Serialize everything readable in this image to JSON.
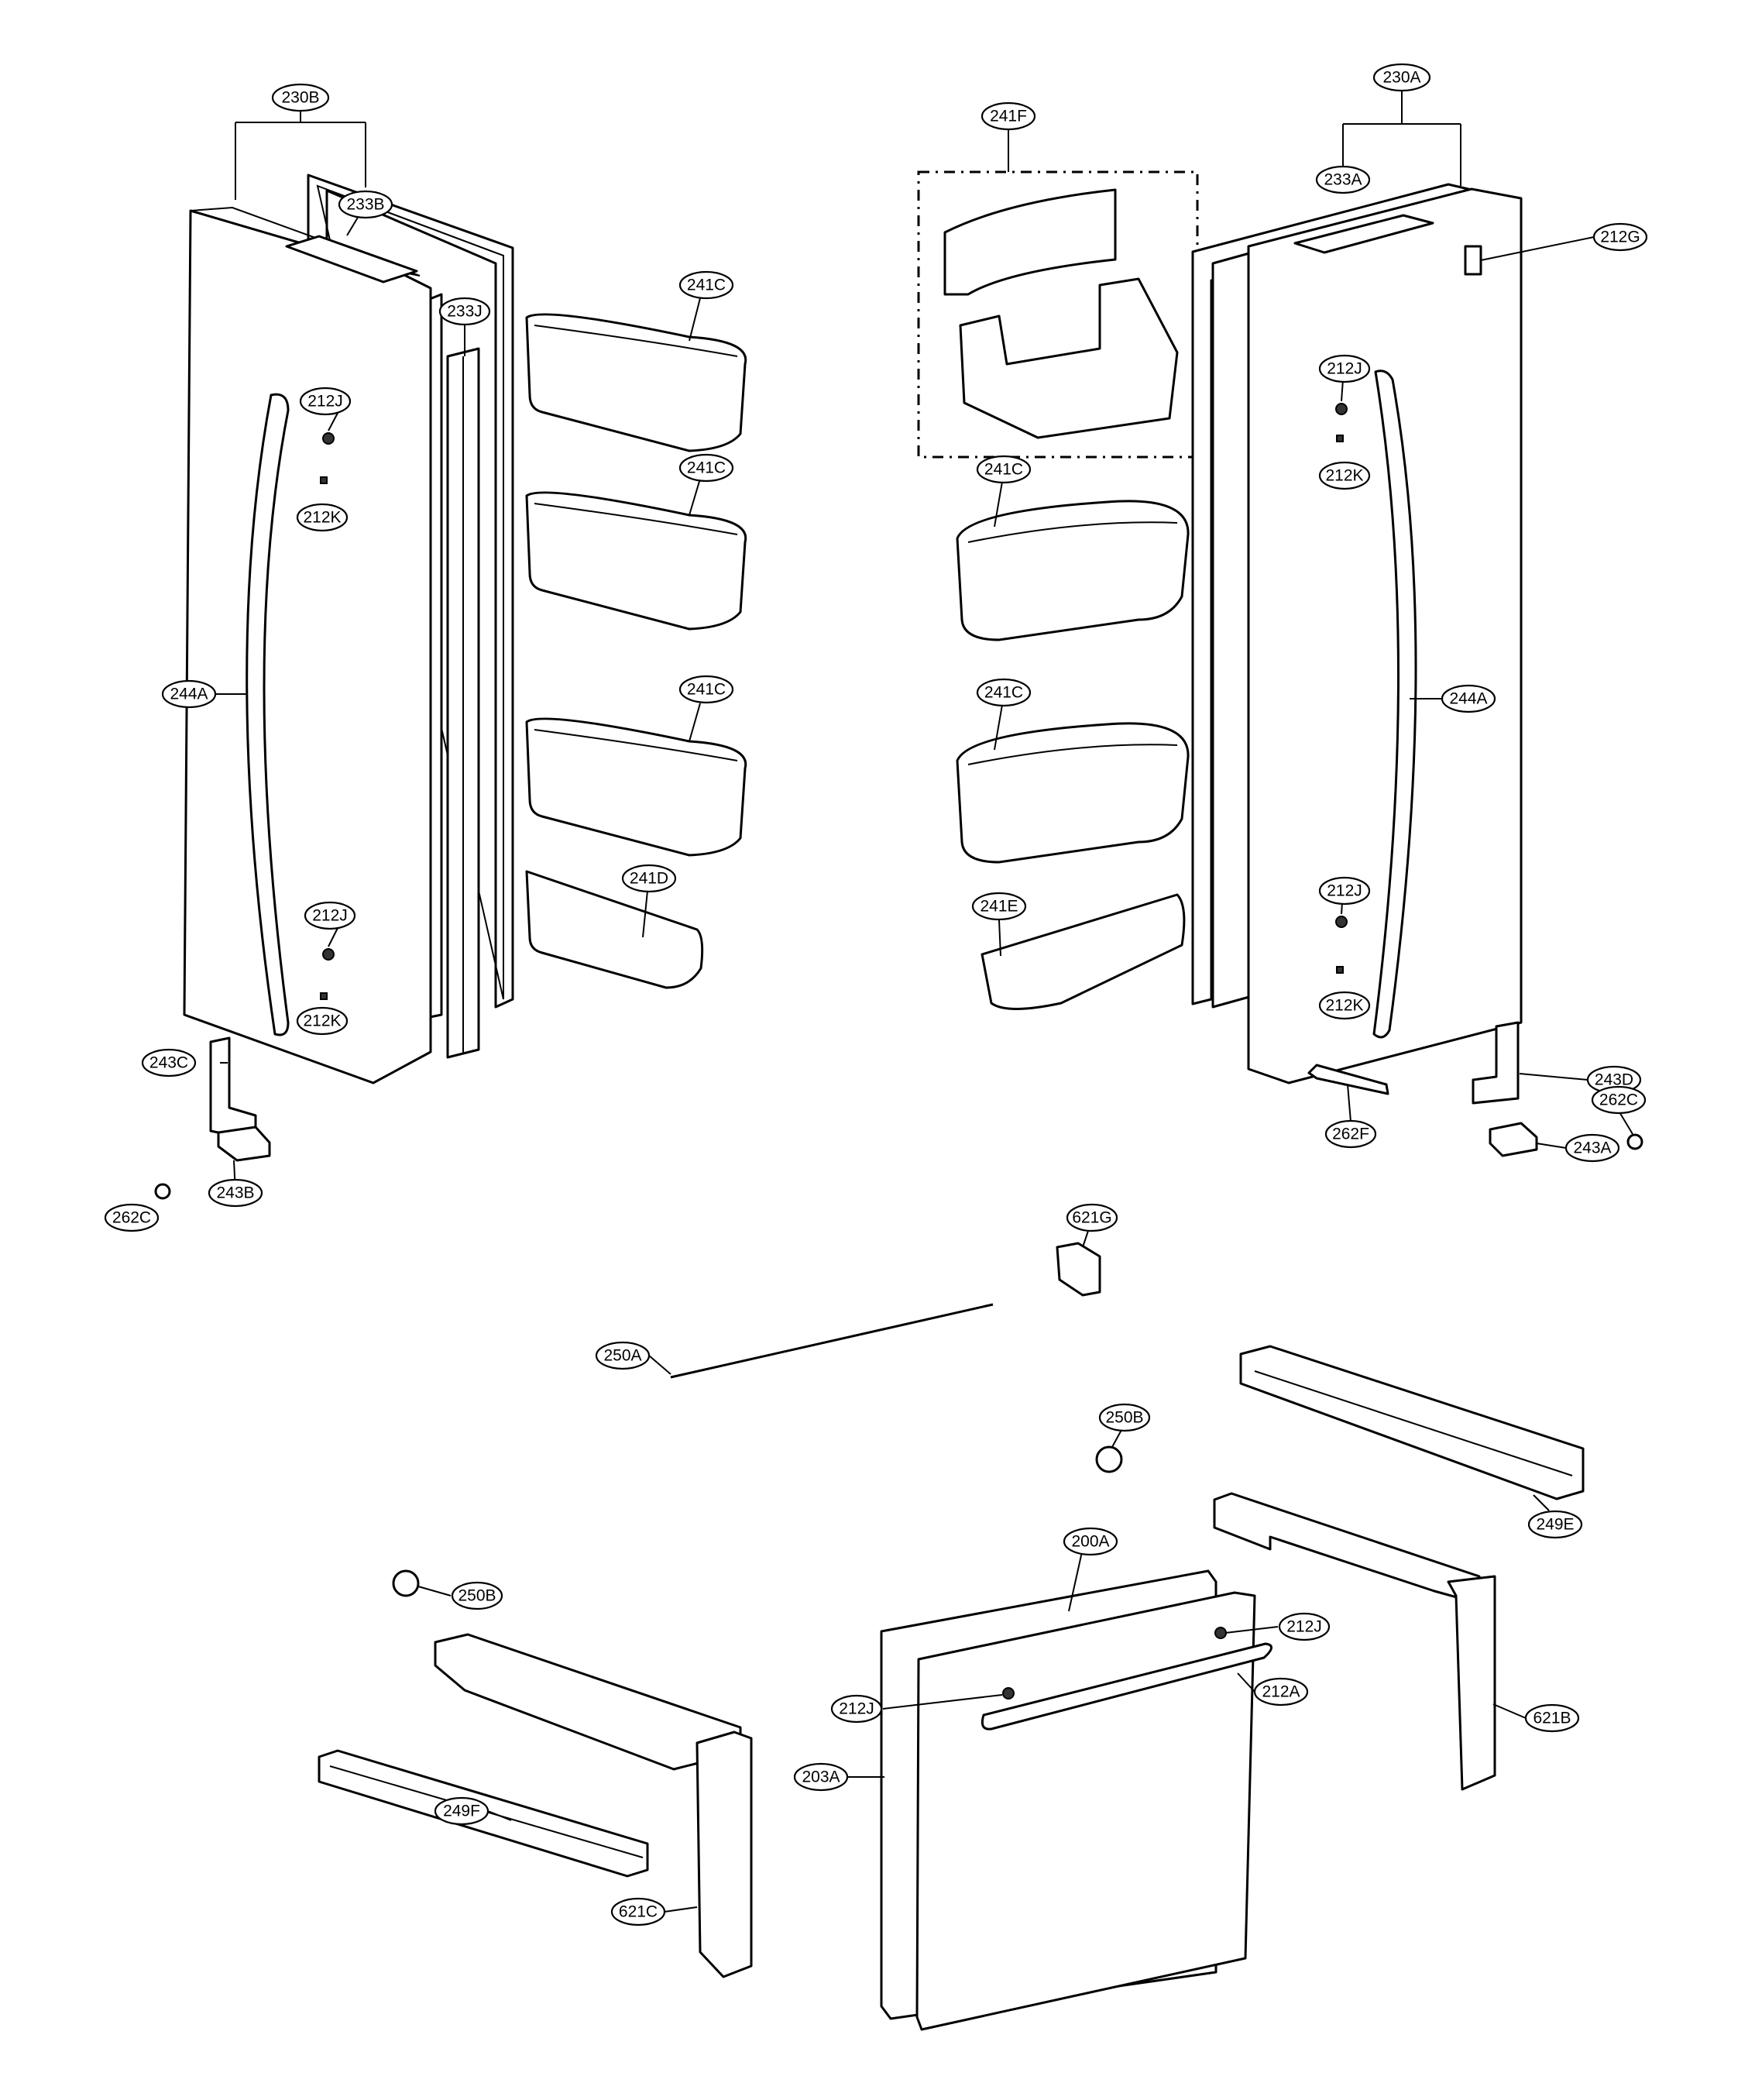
{
  "callouts": {
    "c230B": "230B",
    "c233B": "233B",
    "c233J": "233J",
    "c212J_ld_top": "212J",
    "c212K_ld_top": "212K",
    "c244A_left": "244A",
    "c212J_ld_bot": "212J",
    "c212K_ld_bot": "212K",
    "c243C": "243C",
    "c243B": "243B",
    "c262C_left": "262C",
    "c241C_l1": "241C",
    "c241C_l2": "241C",
    "c241C_l3": "241C",
    "c241D": "241D",
    "c241F": "241F",
    "c241C_r1": "241C",
    "c241C_r2": "241C",
    "c241E": "241E",
    "c230A": "230A",
    "c233A": "233A",
    "c212G": "212G",
    "c212J_rd_top": "212J",
    "c212K_rd_top": "212K",
    "c244A_right": "244A",
    "c212J_rd_bot": "212J",
    "c212K_rd_bot": "212K",
    "c243D": "243D",
    "c262F": "262F",
    "c262C_right": "262C",
    "c243A": "243A",
    "c621G": "621G",
    "c250A": "250A",
    "c250B_mid": "250B",
    "c249E": "249E",
    "c200A": "200A",
    "c212J_dr_right": "212J",
    "c212J_dr_left": "212J",
    "c212A": "212A",
    "c621B": "621B",
    "c250B_left": "250B",
    "c203A": "203A",
    "c249F": "249F",
    "c621C": "621C"
  }
}
